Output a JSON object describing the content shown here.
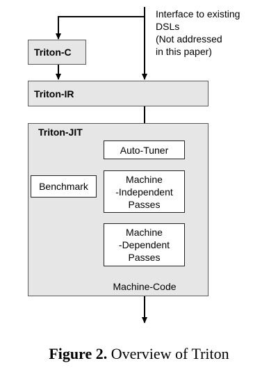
{
  "interface_note": {
    "lines": [
      "Interface to existing",
      "DSLs",
      "(Not addressed",
      "in this paper)"
    ]
  },
  "nodes": {
    "triton_c": "Triton-C",
    "triton_ir": "Triton-IR",
    "triton_jit": "Triton-JIT",
    "auto_tuner": "Auto-Tuner",
    "benchmark": "Benchmark",
    "independent_passes": [
      "Machine",
      "-Independent",
      "Passes"
    ],
    "dependent_passes": [
      "Machine",
      "-Dependent",
      "Passes"
    ],
    "machine_code": "Machine-Code"
  },
  "caption": {
    "label": "Figure 2.",
    "text": "Overview of Triton"
  }
}
